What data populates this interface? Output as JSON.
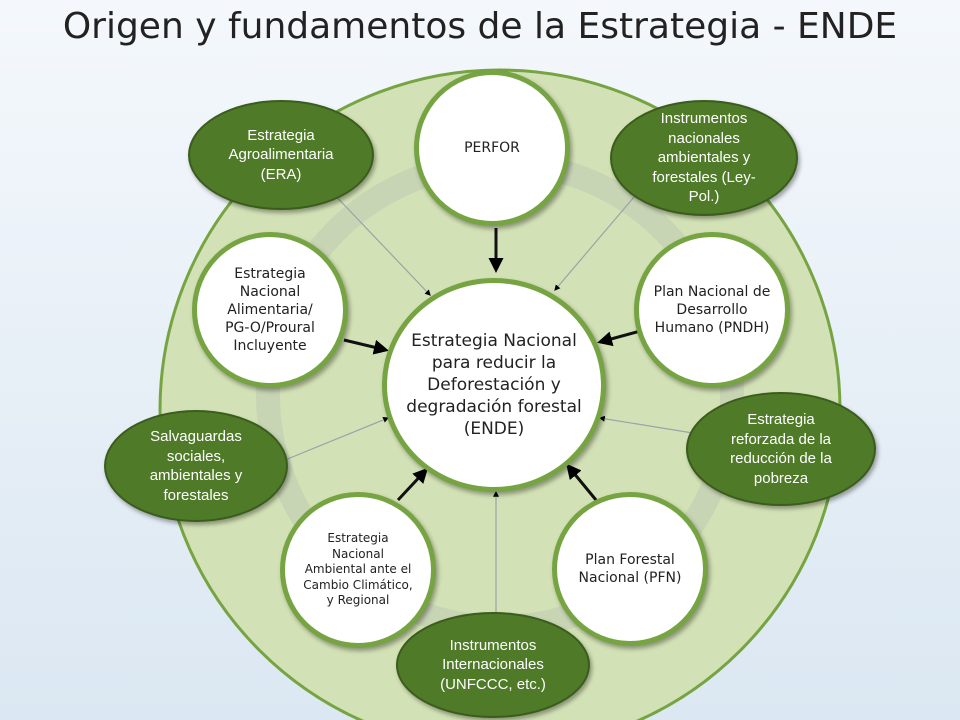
{
  "title": "Origen y fundamentos de la Estrategia - ENDE",
  "center": "Estrategia Nacional para reducir la Deforestación y degradación forestal (ENDE)",
  "inner_nodes": {
    "perfor": "PERFOR",
    "pndh": "Plan Nacional de Desarrollo Humano (PNDH)",
    "pfn": "Plan Forestal Nacional (PFN)",
    "ambiental": "Estrategia Nacional Ambiental ante el Cambio Climático, y Regional",
    "alimentaria": "Estrategia Nacional Alimentaria/ PG-O/Proural Incluyente"
  },
  "outer_nodes": {
    "era": "Estrategia Agroalimentaria (ERA)",
    "instrumentos_nacionales": "Instrumentos nacionales ambientales y forestales (Ley-Pol.)",
    "pobreza": "Estrategia reforzada de la reducción de la pobreza",
    "internacionales": "Instrumentos Internacionales (UNFCCC, etc.)",
    "salvaguardas": "Salvaguardas sociales, ambientales y forestales"
  },
  "colors": {
    "outer_disc": "#d3e2b6",
    "ring": "#c6d4b5",
    "dark_green": "#4f7a28",
    "border_green": "#77a442"
  }
}
